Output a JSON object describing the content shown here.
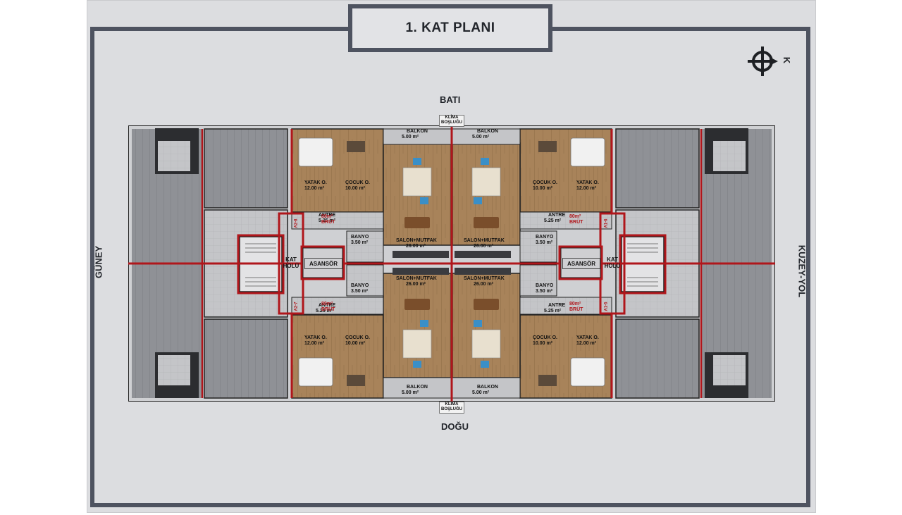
{
  "title": "1. KAT PLANI",
  "compass_label": "K",
  "directions": {
    "north_side": "BATI",
    "south_side": "DOĞU",
    "left_side": "GÜNEY",
    "right_side": "KUZEY-YOL"
  },
  "klima_label": "KLİMA\nBOŞLUĞU",
  "rooms": {
    "balkon": "BALKON",
    "balkon_area": "5.00 m²",
    "yatak": "YATAK O.",
    "yatak_area": "12.00 m²",
    "cocuk": "ÇOCUK O.",
    "cocuk_area": "10.00 m²",
    "antre": "ANTRE",
    "antre_area": "5.25 m²",
    "banyo": "BANYO",
    "banyo_area": "3.50 m²",
    "salon": "SALON+MUTFAK",
    "salon_area": "26.00 m²",
    "brut": "80m²\nBRÜT",
    "kat_holu": "KAT\nHOLÜ",
    "asansor": "ASANSÖR"
  },
  "unit_tags": {
    "nw": "A2-8",
    "sw": "A2-7",
    "ne": "A1-6",
    "se": "A1-5"
  },
  "colors": {
    "frame": "#4e5360",
    "wall_red": "#b0161b",
    "floor_wood": "#a8835a",
    "tile": "#b9babc"
  }
}
